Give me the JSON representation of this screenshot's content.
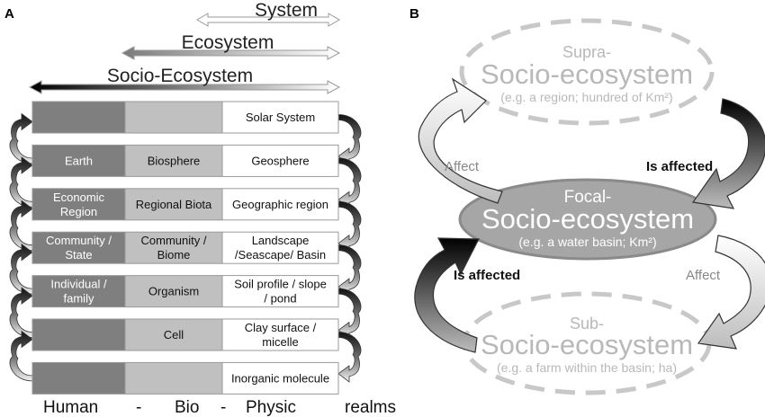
{
  "panel_a": {
    "label": "A",
    "scales": {
      "system": "System",
      "ecosystem": "Ecosystem",
      "socio_ecosystem": "Socio-Ecosystem"
    },
    "rows": [
      {
        "human": "",
        "bio": "",
        "physic": "Solar System"
      },
      {
        "human": "Earth",
        "bio": "Biosphere",
        "physic": "Geosphere"
      },
      {
        "human": "Economic\nRegion",
        "bio": "Regional Biota",
        "physic": "Geographic region"
      },
      {
        "human": "Community /\nState",
        "bio": "Community /\nBiome",
        "physic": "Landscape\n/Seascape/ Basin"
      },
      {
        "human": "Individual /\nfamily",
        "bio": "Organism",
        "physic": "Soil profile / slope\n/ pond"
      },
      {
        "human": "",
        "bio": "Cell",
        "physic": "Clay surface /\nmicelle"
      },
      {
        "human": "",
        "bio": "",
        "physic": "Inorganic molecule"
      }
    ],
    "realms": {
      "human": "Human",
      "dash1": "-",
      "bio": "Bio",
      "dash2": "-",
      "physic": "Physic",
      "suffix": "realms"
    }
  },
  "panel_b": {
    "label": "B",
    "supra": {
      "prefix": "Supra-",
      "title": "Socio-ecosystem",
      "example": "(e.g. a region; hundred of Km²)"
    },
    "focal": {
      "prefix": "Focal-",
      "title": "Socio-ecosystem",
      "example": "(e.g. a water basin; Km²)"
    },
    "sub": {
      "prefix": "Sub-",
      "title": "Socio-ecosystem",
      "example": "(e.g. a farm within the basin;  ha)"
    },
    "labels": {
      "affect_top": "Affect",
      "is_affected_top": "Is affected",
      "is_affected_bottom": "Is affected",
      "affect_bottom": "Affect"
    }
  },
  "colors": {
    "human_cell": "#7f7f7f",
    "bio_cell": "#c0c0c0",
    "physic_cell": "#ffffff",
    "focal_fill": "#a6a6a6",
    "dashed_ellipse": "#c8c8c8"
  }
}
